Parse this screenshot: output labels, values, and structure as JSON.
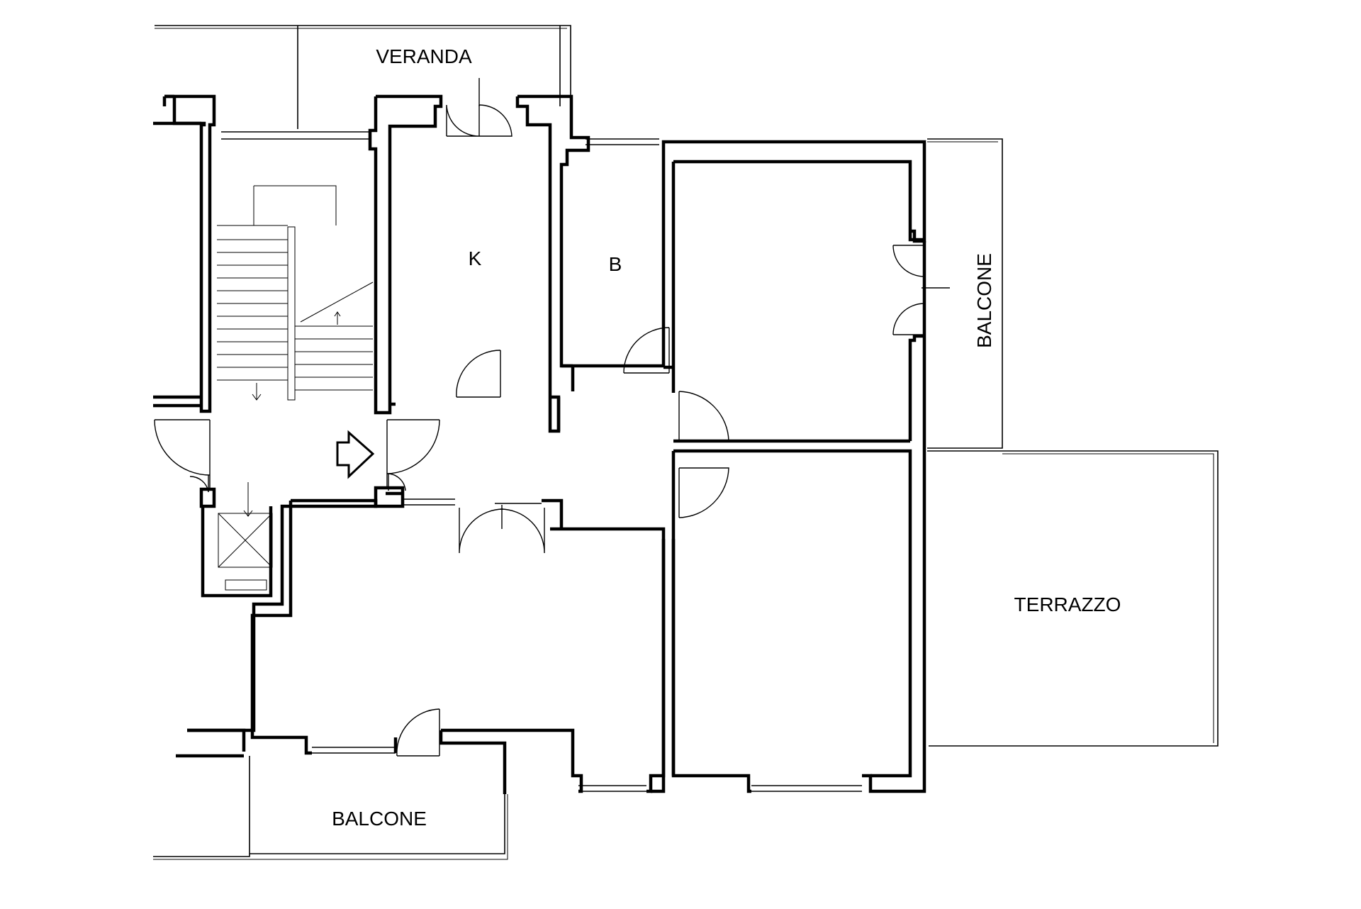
{
  "plan": {
    "labels": {
      "veranda": "VERANDA",
      "kitchen": "K",
      "bath": "B",
      "balcone_right": "BALCONE",
      "balcone_bottom": "BALCONE",
      "terrazzo": "TERRAZZO"
    }
  }
}
